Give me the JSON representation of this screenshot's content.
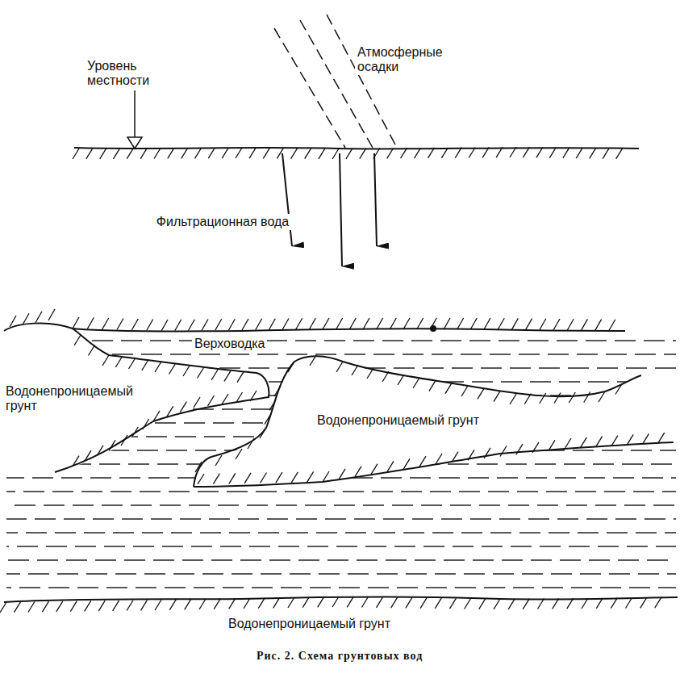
{
  "diagram": {
    "caption": "Рис. 2. Схема грунтовых вод",
    "labels": [
      "Уровень местности",
      "Атмосферные осадки",
      "Фильтрационная вода",
      "Верховодка",
      "Водонепроницаемый грунт",
      "Водонепроницаемый грунт",
      "Водонепроницаемый грунт"
    ]
  }
}
